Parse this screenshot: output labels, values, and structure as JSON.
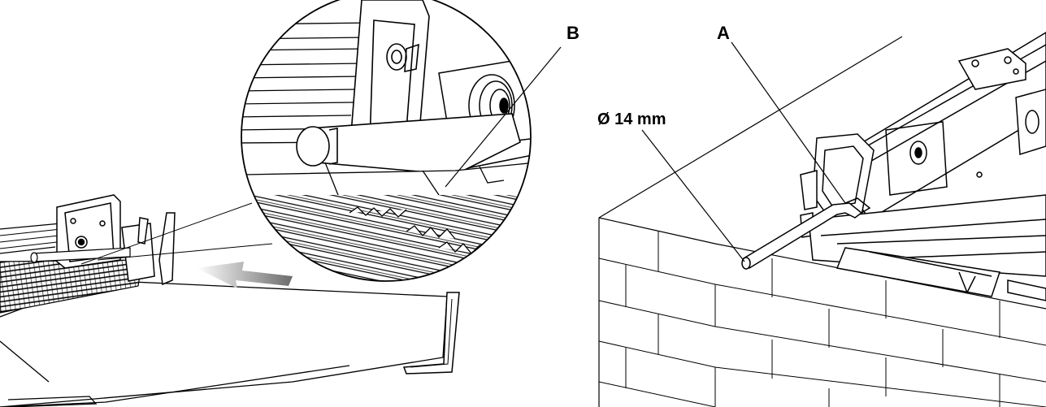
{
  "labels": {
    "callout_b": "B",
    "callout_a": "A",
    "pipe_diameter": "Ø 14 mm"
  },
  "colors": {
    "line": "#000000",
    "background": "#ffffff",
    "light_gray": "#d9d9d9",
    "mid_gray": "#a6a6a6",
    "arrow_dark": "#6b6b6b"
  }
}
